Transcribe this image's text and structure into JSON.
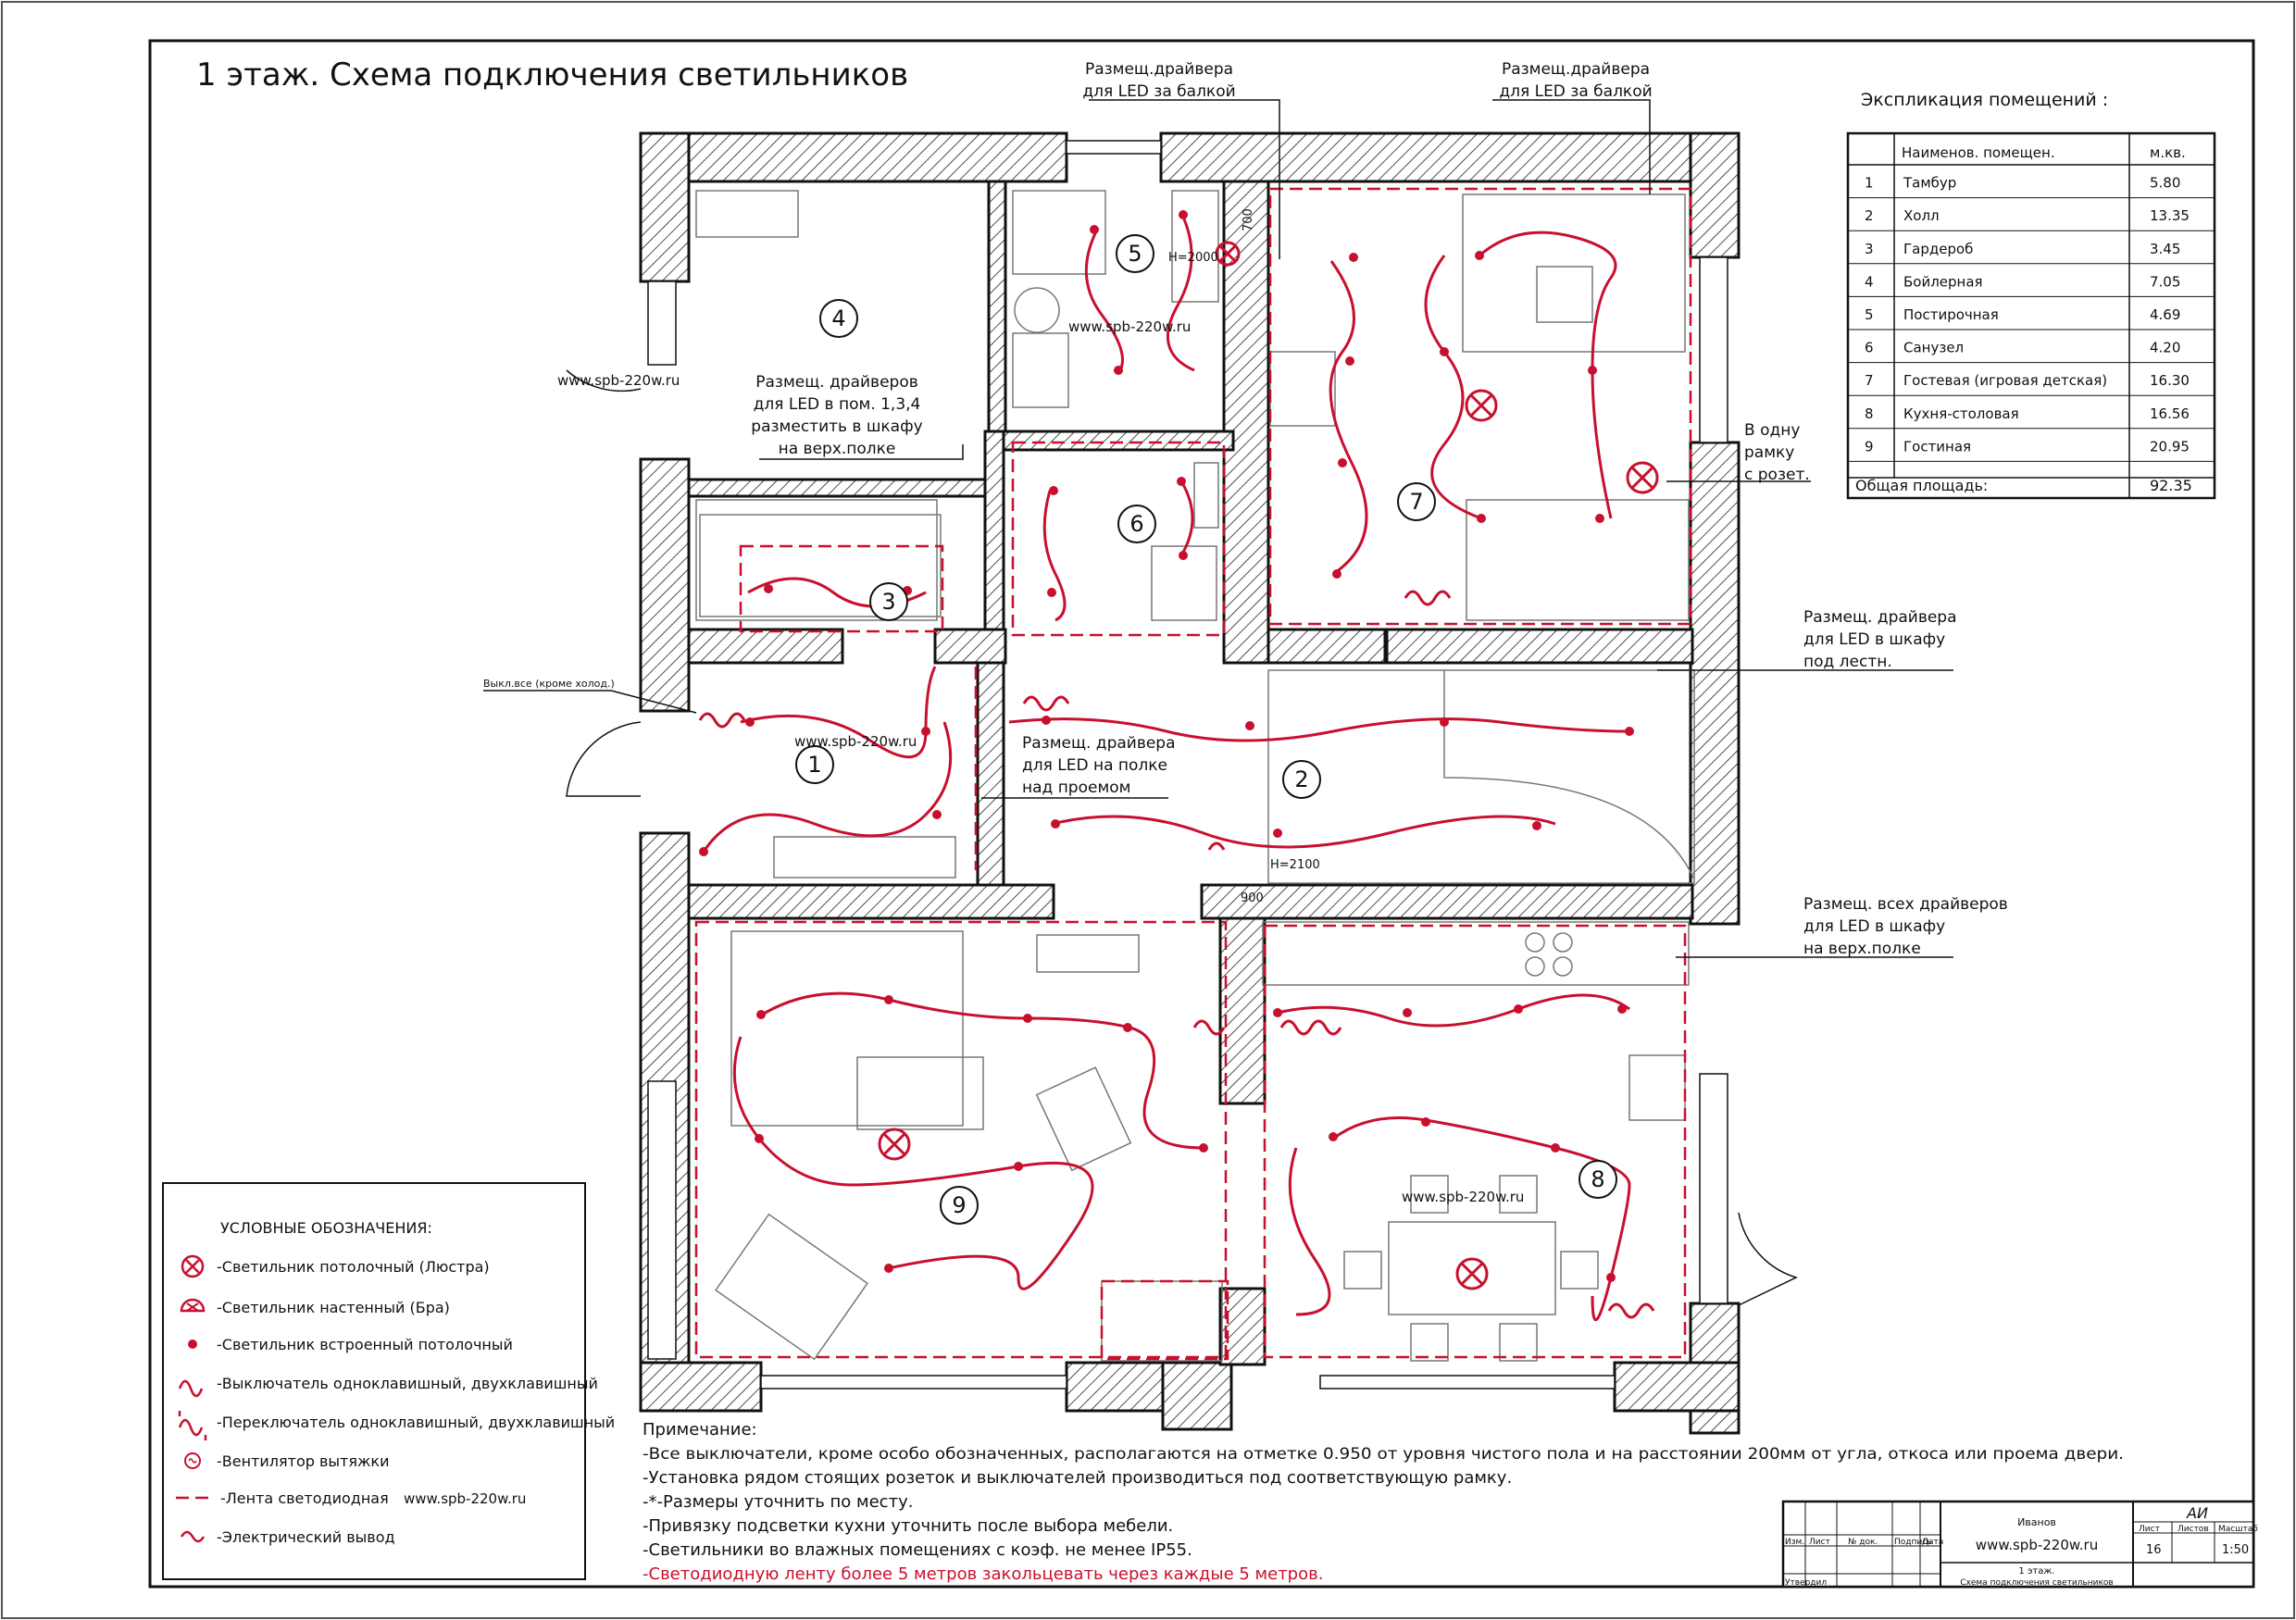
{
  "title": "1 этаж. Схема подключения светильников",
  "watermark": "www.spb-220w.ru",
  "explication": {
    "heading": "Экспликация помещений :",
    "columns": [
      "Наименов. помещен.",
      "м.кв."
    ],
    "rows": [
      {
        "num": "1",
        "name": "Тамбур",
        "area": "5.80"
      },
      {
        "num": "2",
        "name": "Холл",
        "area": "13.35"
      },
      {
        "num": "3",
        "name": "Гардероб",
        "area": "3.45"
      },
      {
        "num": "4",
        "name": "Бойлерная",
        "area": "7.05"
      },
      {
        "num": "5",
        "name": "Постирочная",
        "area": "4.69"
      },
      {
        "num": "6",
        "name": "Санузел",
        "area": "4.20"
      },
      {
        "num": "7",
        "name": "Гостевая (игровая детская)",
        "area": "16.30"
      },
      {
        "num": "8",
        "name": "Кухня-столовая",
        "area": "16.56"
      },
      {
        "num": "9",
        "name": "Гостиная",
        "area": "20.95"
      }
    ],
    "total_label": "Общая площадь:",
    "total_value": "92.35"
  },
  "callouts": {
    "balcony_left": [
      "Размещ.драйвера",
      "для LED за балкой"
    ],
    "balcony_right": [
      "Размещ.драйвера",
      "для LED за балкой"
    ],
    "rooms_134": [
      "Размещ. драйверов",
      "для LED в пом. 1,3,4",
      "разместить в шкафу",
      "на верх.полке"
    ],
    "one_frame": [
      "В одну",
      "рамку",
      "с розет."
    ],
    "stairs": [
      "Размещ. драйвера",
      "для LED в шкафу",
      "под лестн."
    ],
    "over_opening": [
      "Размещ. драйвера",
      "для LED на полке",
      "над проемом"
    ],
    "all_drivers": [
      "Размещ. всех драйверов",
      "для LED в шкафу",
      "на верх.полке"
    ],
    "switch_all": "Выкл.все (кроме холод.)"
  },
  "room_numbers": [
    "1",
    "2",
    "3",
    "4",
    "5",
    "6",
    "7",
    "8",
    "9"
  ],
  "marks": {
    "h2000": "H=2000",
    "h2100": "H=2100",
    "dim700": "700",
    "dim900": "900"
  },
  "legend": {
    "heading": "УСЛОВНЫЕ ОБОЗНАЧЕНИЯ:",
    "items": [
      {
        "icon": "chandelier-icon",
        "label": "-Светильник потолочный (Люстра)"
      },
      {
        "icon": "wall-lamp-icon",
        "label": "-Светильник настенный (Бра)"
      },
      {
        "icon": "recessed-light-icon",
        "label": "-Светильник встроенный потолочный"
      },
      {
        "icon": "switch-icon",
        "label": "-Выключатель одноклавишный, двухклавишный"
      },
      {
        "icon": "passthrough-switch-icon",
        "label": "-Переключатель одноклавишный, двухклавишный"
      },
      {
        "icon": "exhaust-fan-icon",
        "label": "-Вентилятор вытяжки"
      },
      {
        "icon": "led-strip-icon",
        "label": "-Лента светодиодная"
      },
      {
        "icon": "electrical-outlet-icon",
        "label": "-Электрический вывод"
      }
    ]
  },
  "notes": {
    "heading": "Примечание:",
    "lines": [
      "-Все выключатели, кроме особо обозначенных, располагаются на отметке 0.950 от уровня чистого пола и на расстоянии 200мм от угла, откоса или проема двери.",
      "-Установка рядом стоящих розеток и выключателей производиться под соответствующую рамку.",
      "-*-Размеры уточнить по месту.",
      "-Привязку подсветки кухни уточнить после выбора мебели.",
      "-Светильники во влажных помещениях с коэф. не менее IP55.",
      "-Светодиодную ленту более 5 метров закольцевать через каждые 5 метров."
    ]
  },
  "stamp": {
    "code": "АИ",
    "col_labels": [
      "Изм.",
      "Лист",
      "№ док.",
      "Подпись",
      "Дата"
    ],
    "sheet_labels": [
      "Лист",
      "Листов",
      "Масштаб"
    ],
    "sheet": "16",
    "scale": "1:50",
    "designer": "Иванов",
    "site": "www.spb-220w.ru",
    "floor": "1 этаж.",
    "drawing": "Схема подключения светильников",
    "approve_label": "Утвердил"
  },
  "colors": {
    "accent": "#c8102e",
    "blue": "#1a1acc",
    "line": "#111111"
  }
}
